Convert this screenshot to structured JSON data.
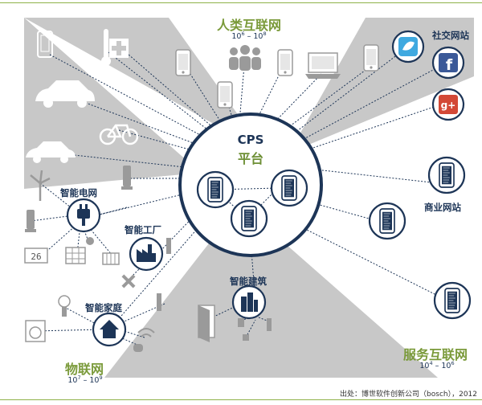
{
  "human_internet": {
    "title": "人类互联网",
    "range": {
      "base": "10",
      "low_exp": "6",
      "dash": " – ",
      "high_exp": "8"
    }
  },
  "cps": {
    "title": "CPS",
    "subtitle": "平台"
  },
  "social": {
    "label": "社交网站"
  },
  "business": {
    "label": "商业网站"
  },
  "service_internet": {
    "title": "服务互联网",
    "range": {
      "base": "10",
      "low_exp": "4",
      "dash": " – ",
      "high_exp": "6"
    }
  },
  "smart_grid": {
    "label": "智能电网"
  },
  "smart_factory": {
    "label": "智能工厂"
  },
  "smart_home": {
    "label": "智能家庭"
  },
  "smart_building": {
    "label": "智能建筑"
  },
  "iot": {
    "title": "物联网",
    "range": {
      "base": "10",
      "low_exp": "7",
      "dash": " – ",
      "high_exp": "9"
    }
  },
  "meter_reading": "26",
  "source": "出处：博世软件创新公司（bosch），2012",
  "colors": {
    "navy": "#1d3557",
    "green": "#7a9a3a",
    "wedge": "#c8c8c8",
    "white": "#ffffff"
  },
  "icons": {
    "sectors": [
      "smartphone-icon",
      "thermometer-icon",
      "medical-cross-icon",
      "car-icon",
      "bicycle-icon",
      "tablet-icon",
      "people-icon",
      "laptop-icon"
    ],
    "social": [
      "twitter-icon",
      "facebook-icon",
      "google-plus-icon"
    ],
    "iot": [
      "electric-car-icon",
      "wind-turbine-icon",
      "power-plug-icon",
      "factory-icon",
      "house-icon",
      "washing-machine-icon",
      "door-icon",
      "office-building-icon",
      "server-icon"
    ]
  }
}
